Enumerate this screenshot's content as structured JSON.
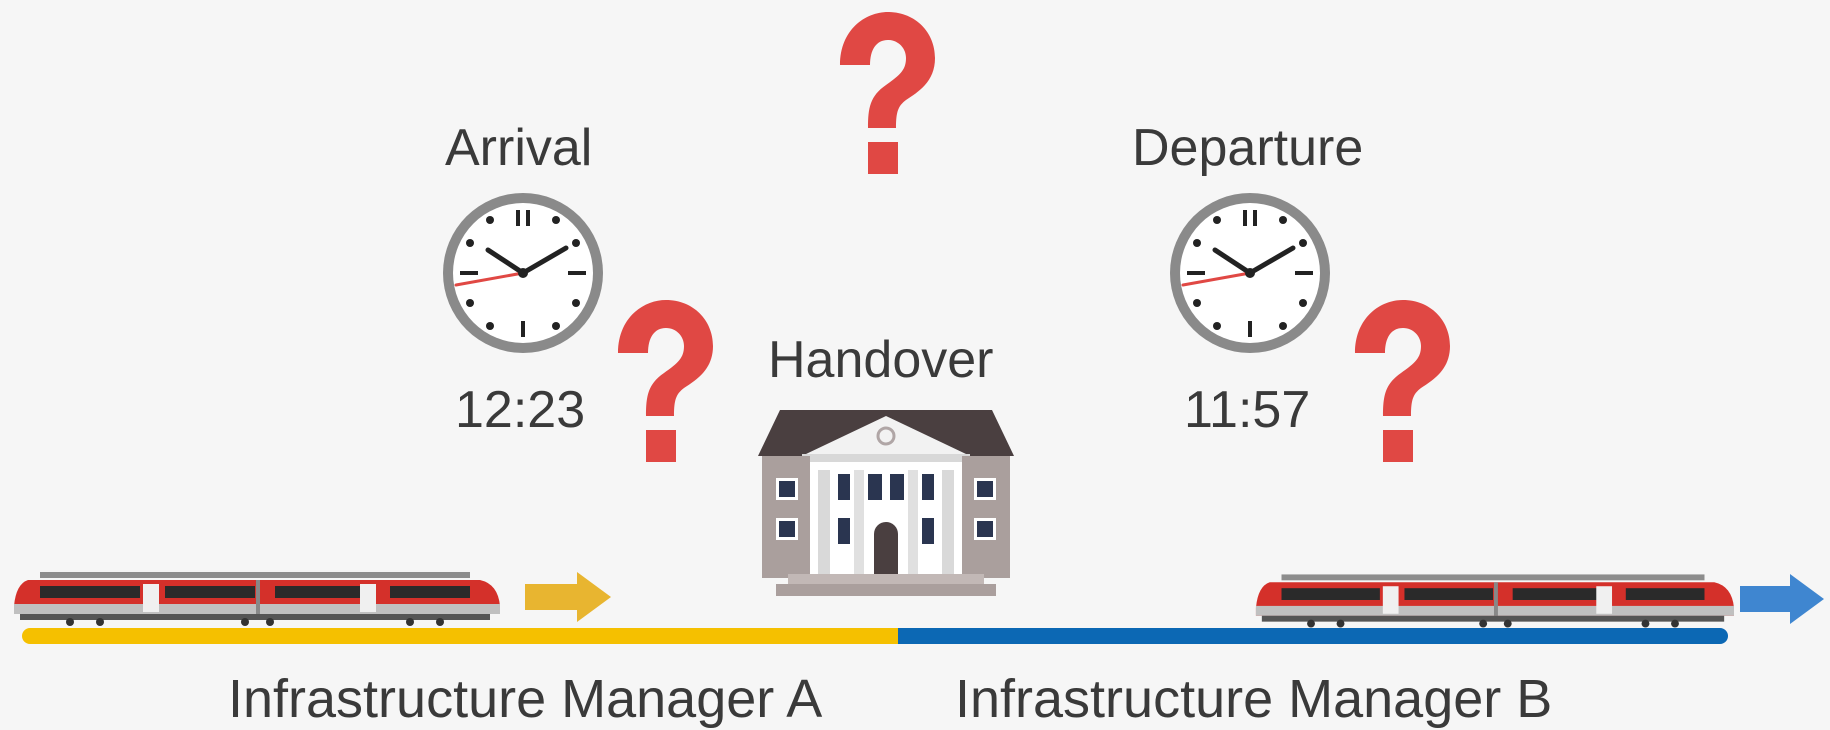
{
  "arrival": {
    "label": "Arrival",
    "time": "12:23"
  },
  "departure": {
    "label": "Departure",
    "time": "11:57"
  },
  "handover": {
    "label": "Handover"
  },
  "managers": {
    "a": "Infrastructure Manager A",
    "b": "Infrastructure Manager B"
  },
  "colors": {
    "question": "#e04844",
    "track_a": "#f5c000",
    "track_b": "#0c68b4",
    "arrow_a": "#e8b530",
    "arrow_b": "#3f86d0",
    "train_red": "#d4302a"
  },
  "icons": [
    "question-mark-icon",
    "clock-icon",
    "station-building-icon",
    "train-icon",
    "arrow-right-icon"
  ]
}
